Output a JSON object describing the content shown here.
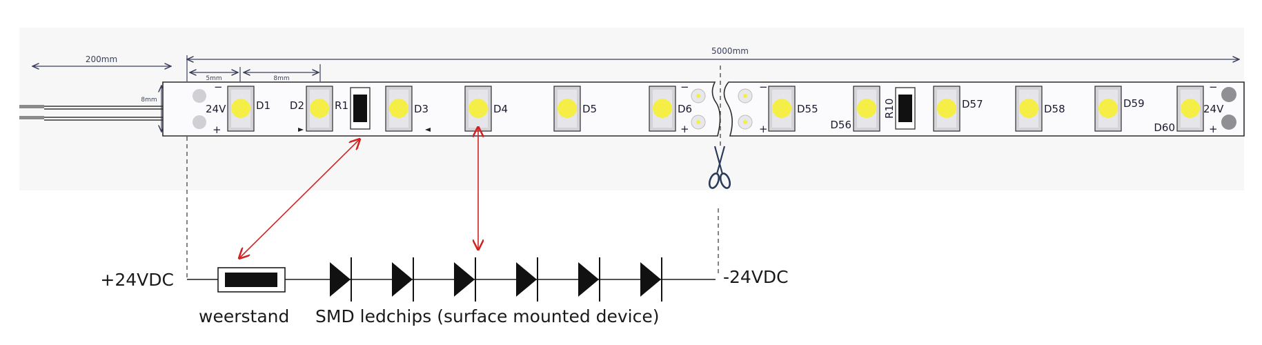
{
  "dimensions": {
    "lead_length": "200mm",
    "strip_length": "5000mm",
    "pitch_edge": "5mm",
    "pitch_led": "8mm",
    "strip_width": "8mm"
  },
  "strip": {
    "start_voltage": "24V",
    "end_voltage": "24V",
    "minus": "−",
    "plus": "+",
    "components": [
      {
        "id": "D1",
        "type": "led"
      },
      {
        "id": "D2",
        "type": "led"
      },
      {
        "id": "R1",
        "type": "resistor"
      },
      {
        "id": "D3",
        "type": "led"
      },
      {
        "id": "D4",
        "type": "led"
      },
      {
        "id": "D5",
        "type": "led"
      },
      {
        "id": "D6",
        "type": "led"
      },
      {
        "id": "D55",
        "type": "led"
      },
      {
        "id": "D56",
        "type": "led"
      },
      {
        "id": "R10",
        "type": "resistor"
      },
      {
        "id": "D57",
        "type": "led"
      },
      {
        "id": "D58",
        "type": "led"
      },
      {
        "id": "D59",
        "type": "led"
      },
      {
        "id": "D60",
        "type": "led"
      }
    ]
  },
  "circuit": {
    "positive_label": "+24VDC",
    "negative_label": "-24VDC",
    "diode_count": 6,
    "resistor_caption": "weerstand",
    "led_caption": "SMD ledchips (surface mounted device)"
  },
  "colors": {
    "led": "#f4ee47",
    "pointer_arrow": "#d42020",
    "dimension": "#3a3f5c",
    "strip_outline": "#2b2b2b"
  },
  "icons": {
    "cut_marker": "scissors-icon"
  }
}
